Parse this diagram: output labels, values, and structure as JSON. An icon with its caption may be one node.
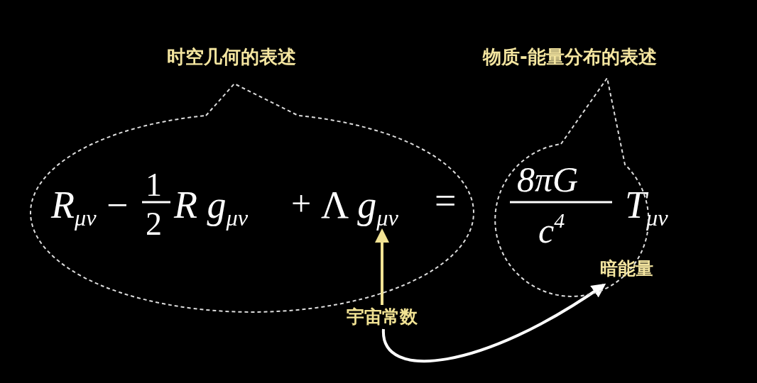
{
  "diagram": {
    "nodes": [
      {
        "text": [
          "时空几何的表述"
        ]
      },
      {
        "text": [
          "Λ *g*$_{μν}$"
        ],
        "in": 0
      },
      {
        "text": [
          "物质-能量分布的表述"
        ]
      },
      {
        "text": [
          "宇宙常数"
        ]
      },
      {
        "text": [
          "暗能量"
        ],
        "in": 2
      }
    ],
    "edges": [
      {
        "from": 3,
        "to": 1,
        "arrow": "to",
        "color": "#f2e394"
      },
      {
        "from": 3,
        "to": 4,
        "arrow": "to",
        "color": "#ffffff"
      }
    ],
    "labels": [
      "R$_{μν}$",
      "−",
      "1",
      "2",
      "R g$_{μν}$",
      "+",
      "=",
      "8πG",
      "c$^{4}$",
      "T$_{μν}$"
    ]
  }
}
